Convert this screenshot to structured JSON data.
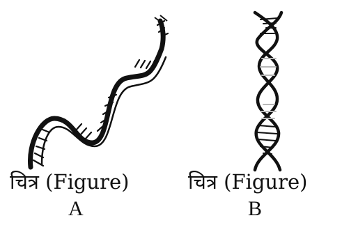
{
  "figures": [
    {
      "caption": "चित्र (Figure)",
      "letter": "A",
      "icon": "single-strand-helix"
    },
    {
      "caption": "चित्र (Figure)",
      "letter": "B",
      "icon": "double-helix"
    }
  ],
  "colors": {
    "ink": "#111111",
    "faded_ink": "#b8b8b8",
    "background": "#ffffff"
  }
}
